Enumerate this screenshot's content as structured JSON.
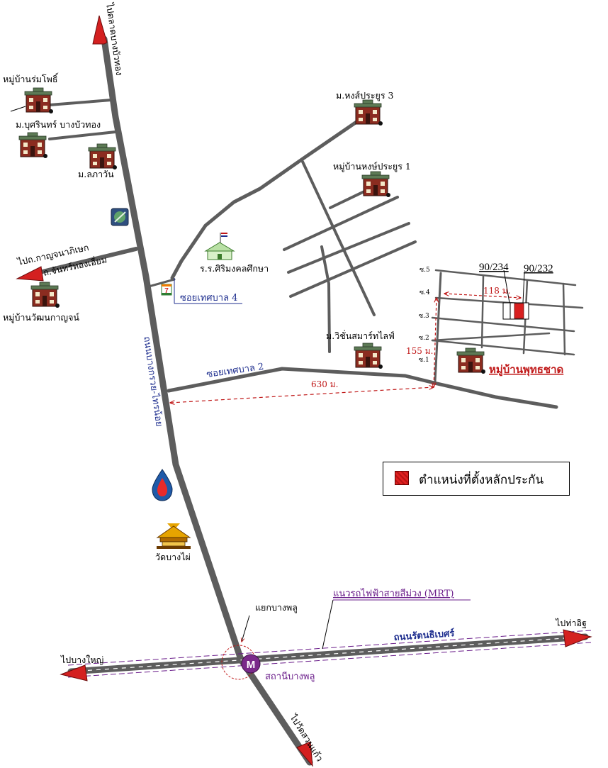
{
  "colors": {
    "road": "#5d5d5d",
    "arrow": "#d42020",
    "dimension": "#c01818",
    "label_blue": "#1f2f8f",
    "mrt_purple": "#6a1d8a",
    "highlight": "#c01818"
  },
  "labels": {
    "to_talad_bangbuathong": "ไปตลาดบางบัวทอง",
    "village_romphothi": "หมู่บ้านร่มโพธิ์",
    "village_burin": "ม.บุศรินทร์ บางบัวทอง",
    "village_lapawan": "ม.ลภาวัน",
    "to_kanchanaphisek": "ไปถ.กาญจนาภิเษก",
    "rd_chanthongiam": "ถ.จันทร์ทองเอี่ยม",
    "village_watthana": "หมู่บ้านวัฒนกาญจน์",
    "village_hong3": "ม.หงส์ประยูร 3",
    "village_hong1": "หมู่บ้านหงษ์ประยูร 1",
    "school": "ร.ร.ศิริมงคลศึกษา",
    "soi_4": "ซอยเทศบาล 4",
    "soi_2": "ซอยเทศบาล 2",
    "main_road": "ถนนบางกรวย-ไทรน้อย",
    "village_vision": "ม.วิชั่นสมาร์ทไลฟ์",
    "village_puttachat": "หมู่บ้านพุทธชาด",
    "wat": "วัดบางไผ่",
    "junction": "แยกบางพลู",
    "mrt_line": "แนวรถไฟฟ้าสายสีม่วง (MRT)",
    "rattanathibet": "ถนนรัตนธิเบศร์",
    "to_tha_it": "ไปท่าอิฐ",
    "to_bangyai": "ไปบางใหญ่",
    "station": "สถานีบางพลู",
    "to_suankaew": "ไปวัดสวนแก้ว",
    "mrt_logo": "M",
    "seven_logo": "7"
  },
  "plots": {
    "p1": "90/234",
    "p2": "90/232"
  },
  "sois": [
    "ซ.5",
    "ซ.4",
    "ซ.3",
    "ซ.2",
    "ซ.1"
  ],
  "distances": {
    "d630": "630 ม.",
    "d118": "118 ม.",
    "d155": "155 ม."
  },
  "legend": {
    "text": "ตำแหน่งที่ตั้งหลักประกัน"
  },
  "icons": [
    "house-icon",
    "school-icon",
    "seven-eleven-icon",
    "bank-icon",
    "gas-station-icon",
    "temple-icon",
    "mrt-station-icon",
    "direction-arrow-icon"
  ]
}
